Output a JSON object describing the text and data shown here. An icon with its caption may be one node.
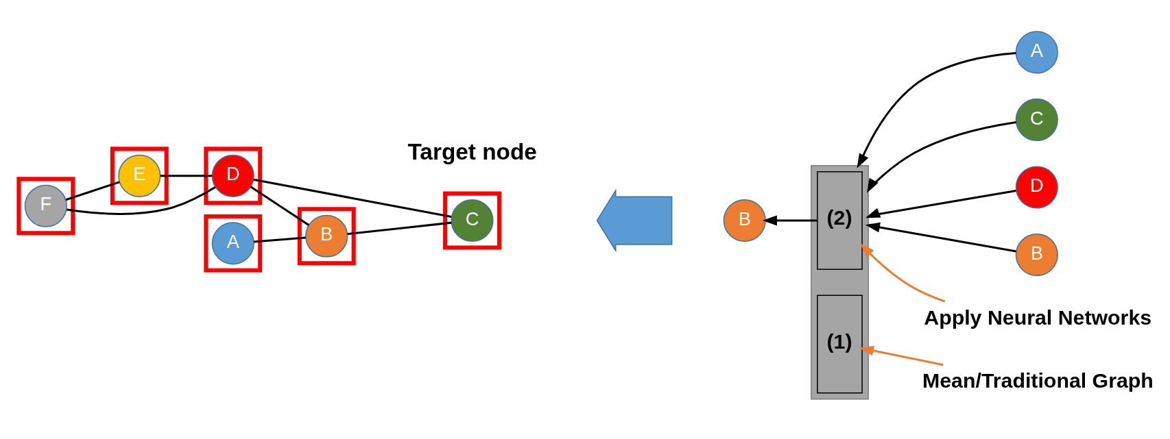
{
  "diagram": {
    "nodes": [
      {
        "text": [],
        "shape": "box"
      },
      {
        "text": [
          "C"
        ],
        "in": 0
      },
      {
        "text": [],
        "shape": "box"
      },
      {
        "text": [
          "B"
        ],
        "in": 2
      },
      {
        "text": [],
        "shape": "box"
      },
      {
        "text": [
          "D"
        ],
        "in": 4
      },
      {
        "text": [],
        "shape": "box"
      },
      {
        "text": [
          "A"
        ],
        "in": 6
      },
      {
        "text": [],
        "shape": "box"
      },
      {
        "text": [
          "E"
        ],
        "in": 8
      },
      {
        "text": [],
        "shape": "box"
      },
      {
        "text": [
          "F"
        ],
        "in": 10
      },
      {
        "text": [],
        "shape": "arrow"
      },
      {
        "text": [
          "A"
        ]
      },
      {
        "text": [],
        "shape": "box"
      },
      {
        "text": [
          "(2)"
        ],
        "in": 14
      },
      {
        "text": [
          "(1)"
        ],
        "in": 14
      },
      {
        "text": [
          "B"
        ]
      },
      {
        "text": [
          "C"
        ]
      },
      {
        "text": [
          "D"
        ]
      },
      {
        "text": [
          "B"
        ]
      },
      {
        "text": [
          "Apply Neural Networks"
        ]
      },
      {
        "text": [
          "Mean/Traditional Graph"
        ]
      }
    ],
    "edges": [
      {
        "from": 1,
        "to": 3,
        "arrow": "none"
      },
      {
        "from": 1,
        "to": 5,
        "arrow": "none"
      },
      {
        "from": 3,
        "to": 5,
        "arrow": "none"
      },
      {
        "from": 3,
        "to": 7,
        "arrow": "none"
      },
      {
        "from": 5,
        "to": 9,
        "arrow": "none"
      },
      {
        "from": 5,
        "to": 11,
        "arrow": "none"
      },
      {
        "from": 9,
        "to": 11,
        "arrow": "none"
      },
      {
        "from": 13,
        "to": 14,
        "arrow": "to"
      },
      {
        "from": 18,
        "to": 14,
        "arrow": "to"
      },
      {
        "from": 19,
        "to": 14,
        "arrow": "to"
      },
      {
        "from": 20,
        "to": 14,
        "arrow": "to"
      },
      {
        "from": 15,
        "to": 17,
        "arrow": "to"
      },
      {
        "from": 21,
        "to": 15,
        "arrow": "to",
        "color": "#ed7d31"
      },
      {
        "from": 22,
        "to": 16,
        "arrow": "to",
        "color": "#ed7d31"
      }
    ],
    "labels": [
      "Target node"
    ]
  }
}
